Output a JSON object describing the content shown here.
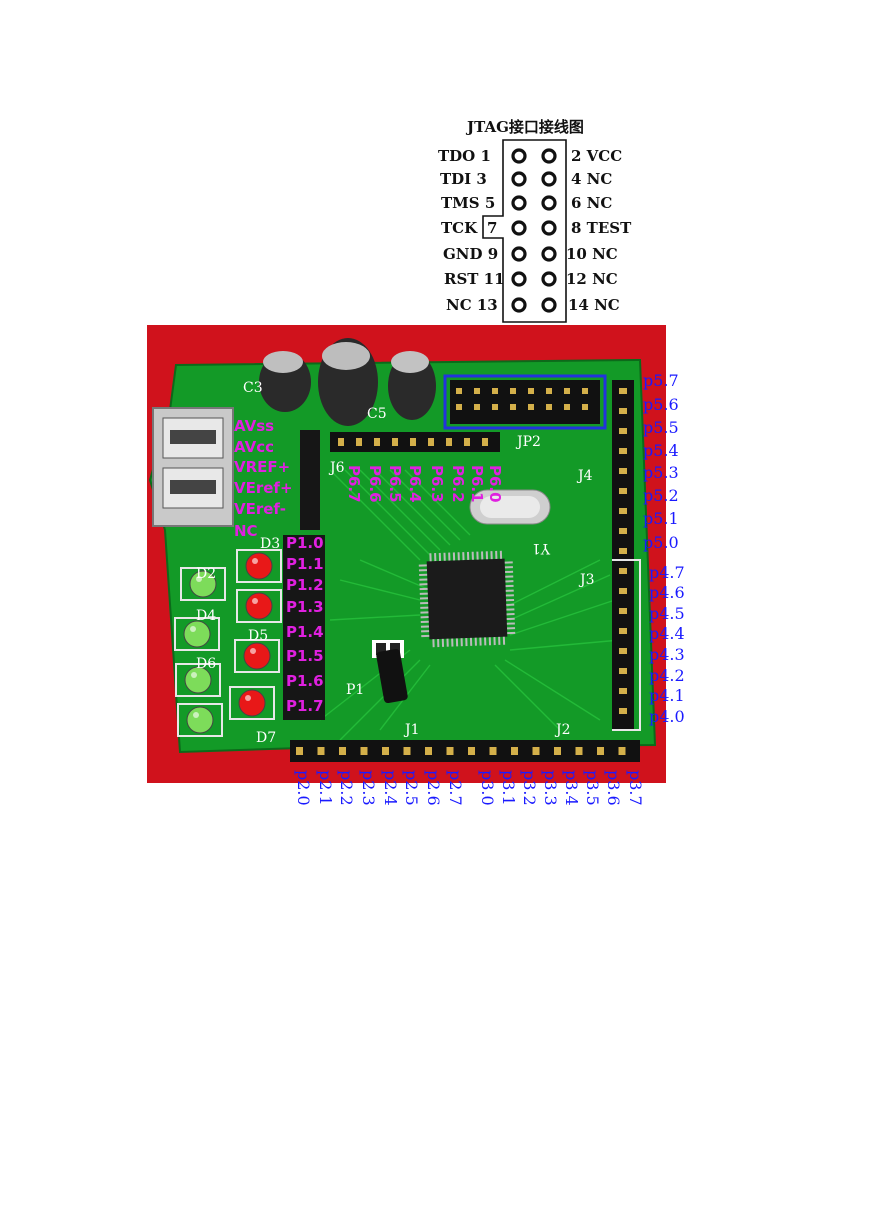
{
  "jtag": {
    "title": "JTAG接口接线图",
    "left_labels": [
      "TDO 1",
      "TDI 3",
      "TMS 5",
      "TCK",
      "GND 9",
      "RST 11",
      "NC 13"
    ],
    "tck_pin": "7",
    "right_labels": [
      "2 VCC",
      "4 NC",
      "6 NC",
      "8 TEST",
      "10 NC",
      "12 NC",
      "14 NC"
    ]
  },
  "board": {
    "left_power_labels": [
      "AVss",
      "AVcc",
      "VREF+",
      "VEref+",
      "VEref-",
      "NC"
    ],
    "p1_labels": [
      "P1.0",
      "P1.1",
      "P1.2",
      "P1.3",
      "P1.4",
      "P1.5",
      "P1.6",
      "P1.7"
    ],
    "p6_labels": [
      "P6.0",
      "P6.1",
      "P6.2",
      "P6.3",
      "P6.4",
      "P6.5",
      "P6.6",
      "P6.7"
    ],
    "silk": [
      "C3",
      "C5",
      "JP2",
      "J4",
      "J3",
      "J1",
      "J2",
      "Y1",
      "D2",
      "D3",
      "D4",
      "D5",
      "D6",
      "D7",
      "P1",
      "J6"
    ]
  },
  "right_labels": {
    "p5": [
      "p5.7",
      "p5.6",
      "p5.5",
      "p5.4",
      "p5.3",
      "p5.2",
      "p5.1",
      "p5.0"
    ],
    "p4": [
      "p4.7",
      "p4.6",
      "p4.5",
      "p4.4",
      "p4.3",
      "p4.2",
      "p4.1",
      "p4.0"
    ]
  },
  "bottom_labels": [
    "p2.0",
    "p2.1",
    "p2.2",
    "p2.3",
    "p2.4",
    "p2.5",
    "p2.6",
    "p2.7",
    "p3.0",
    "p3.1",
    "p3.2",
    "p3.3",
    "p3.4",
    "p3.5",
    "p3.6",
    "p3.7"
  ],
  "colors": {
    "pcb": "#139a27",
    "background": "#d0121c",
    "blue_text": "#1a1aff",
    "magenta_text": "#e020e0"
  }
}
